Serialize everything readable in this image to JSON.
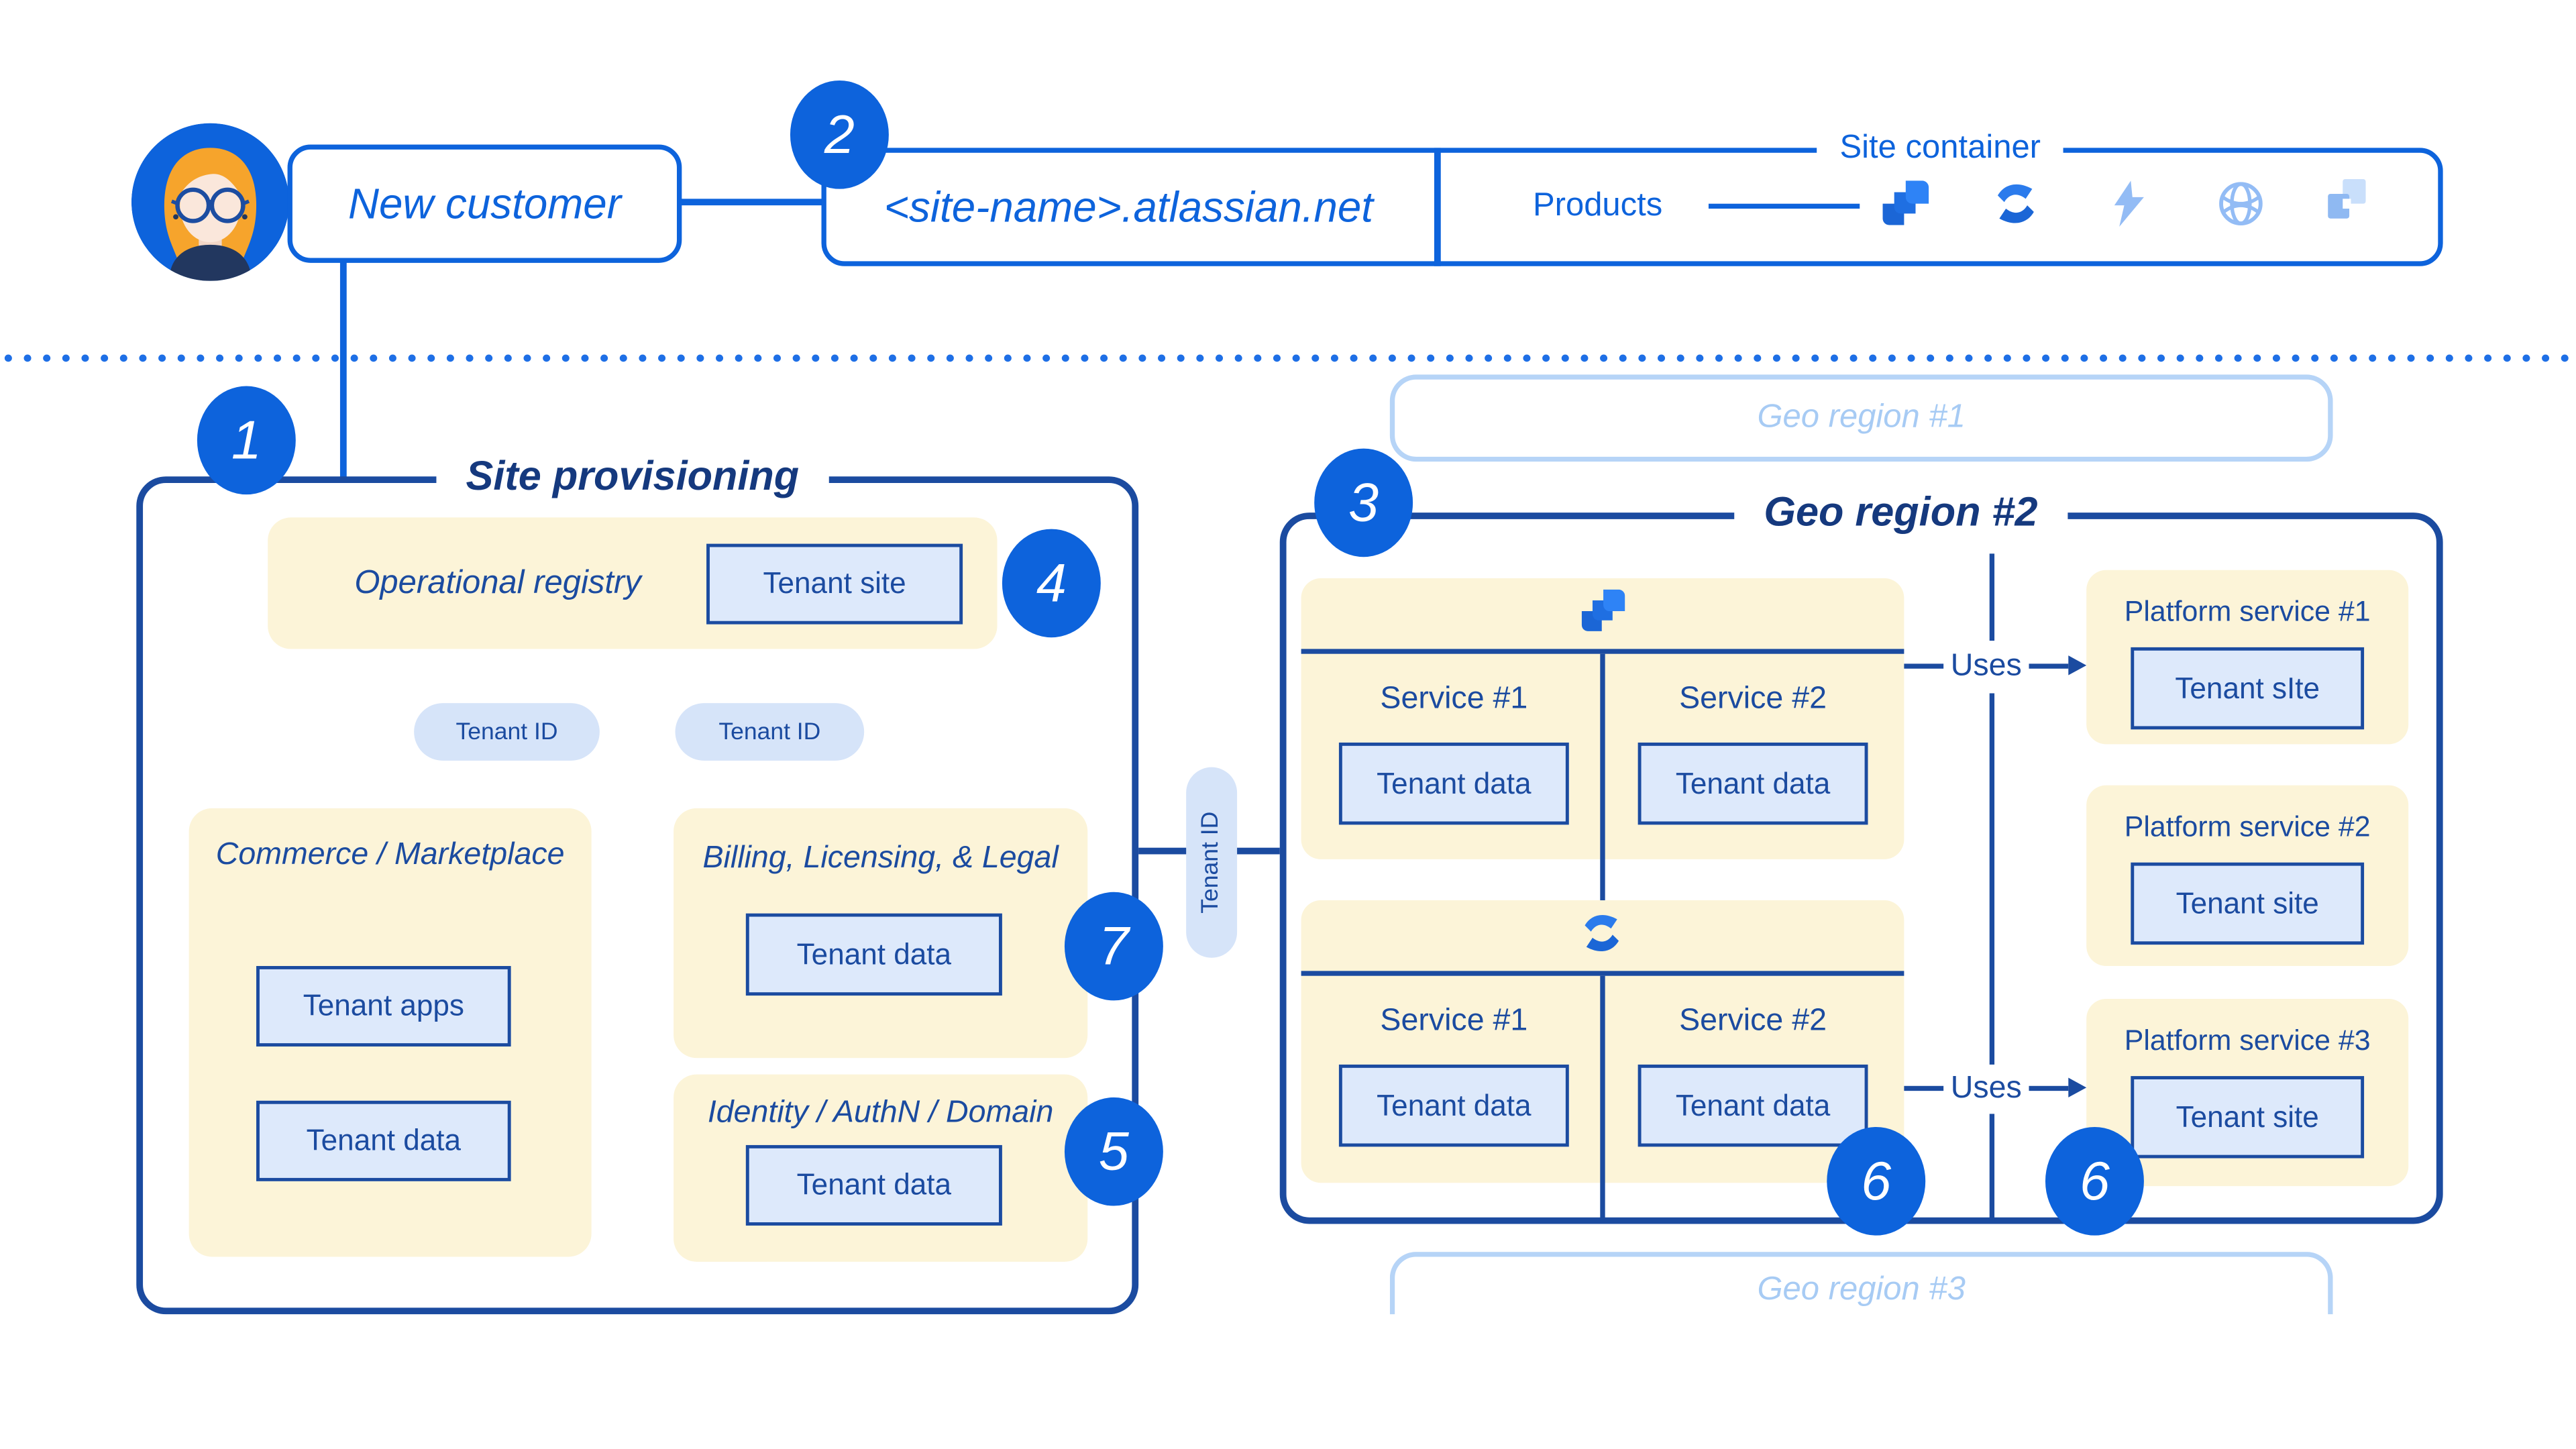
{
  "colors": {
    "bright_blue": "#0D63DC",
    "navy": "#1B4BA0",
    "dark_navy": "#15397E",
    "cream": "#FCF4D8",
    "light_blue_fill": "#DDE9FB",
    "pill_blue": "#D6E4F9",
    "faded_blue": "#B6D4F7",
    "faded_blue_text": "#A7CBF4"
  },
  "top": {
    "avatar": "customer-avatar",
    "new_customer": "New customer",
    "site_url": "<site-name>.atlassian.net",
    "site_container_label": "Site container",
    "products_label": "Products",
    "product_icons": [
      {
        "name": "jira-icon"
      },
      {
        "name": "confluence-icon"
      },
      {
        "name": "bolt-icon"
      },
      {
        "name": "globe-icon"
      },
      {
        "name": "app-tiles-icon"
      }
    ]
  },
  "badges": {
    "one": "1",
    "two": "2",
    "three": "3",
    "four": "4",
    "five": "5",
    "six_left": "6",
    "six_right": "6",
    "seven": "7"
  },
  "site_provisioning": {
    "title": "Site provisioning",
    "operational_registry_label": "Operational registry",
    "tenant_site": "Tenant site",
    "tenant_id_left": "Tenant ID",
    "tenant_id_right": "Tenant ID",
    "commerce": {
      "title": "Commerce / Marketplace",
      "tenant_apps": "Tenant apps",
      "tenant_data": "Tenant data"
    },
    "billing": {
      "title": "Billing, Licensing, & Legal",
      "tenant_data": "Tenant data"
    },
    "identity": {
      "title": "Identity / AuthN / Domain",
      "tenant_data": "Tenant data"
    }
  },
  "connector": {
    "tenant_id": "Tenant ID"
  },
  "geo_region_1": {
    "title": "Geo region #1"
  },
  "geo_region_2": {
    "title": "Geo region #2",
    "uses_top": "Uses",
    "uses_bottom": "Uses",
    "products": [
      {
        "icon": "jira-icon",
        "services": [
          {
            "label": "Service #1",
            "data": "Tenant data"
          },
          {
            "label": "Service #2",
            "data": "Tenant data"
          }
        ]
      },
      {
        "icon": "confluence-icon",
        "services": [
          {
            "label": "Service #1",
            "data": "Tenant data"
          },
          {
            "label": "Service #2",
            "data": "Tenant data"
          }
        ]
      }
    ],
    "platform_services": [
      {
        "title": "Platform service #1",
        "box": "Tenant sIte"
      },
      {
        "title": "Platform service #2",
        "box": "Tenant site"
      },
      {
        "title": "Platform service #3",
        "box": "Tenant site"
      }
    ]
  },
  "geo_region_3": {
    "title": "Geo region #3"
  }
}
